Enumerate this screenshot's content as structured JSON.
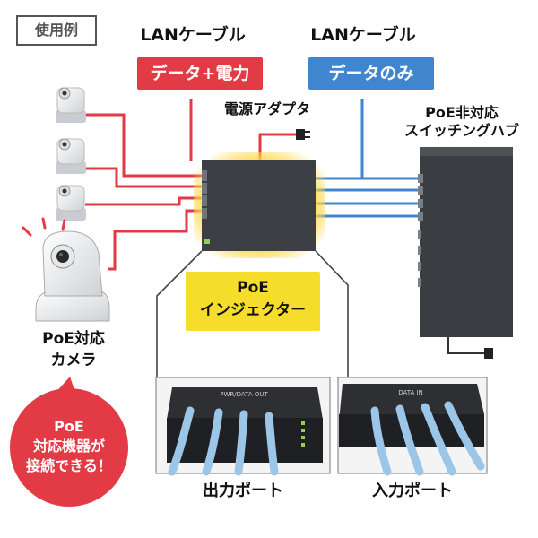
{
  "example_tag": "使用例",
  "lan_power": {
    "title": "LANケーブル",
    "badge": "データ+電力"
  },
  "lan_data": {
    "title": "LANケーブル",
    "badge": "データのみ"
  },
  "power_adapter": "電源アダプタ",
  "switch_hub": {
    "line1": "PoE非対応",
    "line2": "スイッチングハブ"
  },
  "injector": {
    "line1": "PoE",
    "line2": "インジェクター"
  },
  "camera": {
    "line1": "PoE対応",
    "line2": "カメラ"
  },
  "bubble": {
    "line1": "PoE",
    "line2": "対応機器が",
    "line3": "接続できる！"
  },
  "output_port": {
    "caption": "出力ポート",
    "panel_label": "PWR/DATA OUT"
  },
  "input_port": {
    "caption": "入力ポート",
    "panel_label": "DATA IN"
  },
  "colors": {
    "power_data": "#e23b46",
    "data_only": "#3f86cf",
    "injector_label": "#f6dc2b",
    "device": "#3c3f43"
  }
}
